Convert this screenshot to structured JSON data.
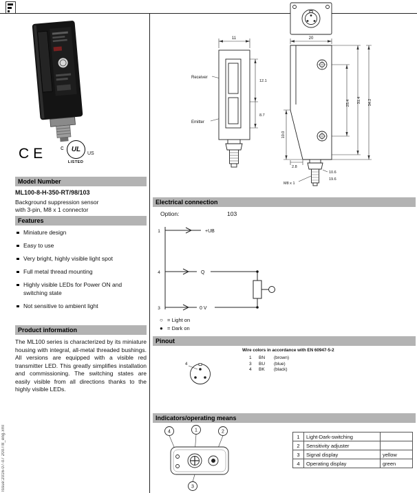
{
  "page": {
    "footer_note": "Issue:2016-07-07    2007/8_eng.xml"
  },
  "branding": {
    "ce": "CE",
    "ul": {
      "c": "c",
      "mark": "UL",
      "us": "US",
      "listed": "LISTED"
    }
  },
  "model": {
    "header": "Model Number",
    "number": "ML100-8-H-350-RT/98/103",
    "description_line1": "Background suppression sensor",
    "description_line2": "with 3-pin, M8 x 1 connector"
  },
  "features": {
    "header": "Features",
    "items": [
      "Miniature design",
      "Easy to use",
      "Very bright, highly visible light spot",
      "Full metal thread mounting",
      "Highly visible LEDs for Power ON and switching state",
      "Not sensitive to ambient light"
    ]
  },
  "product_info": {
    "header": "Product information",
    "body": "The ML100 series is characterized by its miniature housing with integral, all-metal threaded bushings. All versions are equipped with a visible red transmitter LED. This greatly simplifies installation and commissioning. The switching states are easily visible from all directions thanks to the highly visible LEDs."
  },
  "dimension_drawing": {
    "receiver_label": "Receiver",
    "emitter_label": "Emitter",
    "front": {
      "width": "11",
      "dim1": "12.1",
      "dim2": "8.7"
    },
    "side": {
      "width": "20",
      "dim1": "25.4",
      "dim2": "31.4",
      "dim3": "34.2",
      "dim4": "10.0",
      "dim5": "2.8",
      "dim6": "10.6",
      "dim7": "19.6",
      "thread": "M8 x 1"
    }
  },
  "electrical": {
    "header": "Electrical connection",
    "option_label": "Option:",
    "option_value": "103",
    "pins": [
      {
        "num": "1",
        "label": "+UB"
      },
      {
        "num": "4",
        "label": "Q"
      },
      {
        "num": "3",
        "label": "0 V"
      }
    ],
    "legend": [
      {
        "symbol": "○",
        "text": "= Light on"
      },
      {
        "symbol": "●",
        "text": "= Dark on"
      }
    ]
  },
  "pinout": {
    "header": "Pinout",
    "connector_label": "4",
    "note": "Wire colors in accordance with EN 60947-5-2",
    "wires": [
      {
        "pin": "1",
        "code": "BN",
        "color": "(brown)"
      },
      {
        "pin": "3",
        "code": "BU",
        "color": "(blue)"
      },
      {
        "pin": "4",
        "code": "BK",
        "color": "(black)"
      }
    ]
  },
  "indicators": {
    "header": "Indicators/operating means",
    "callouts": [
      "1",
      "2",
      "3",
      "4"
    ],
    "table": [
      {
        "num": "1",
        "label": "Light-Dark-switching",
        "value": ""
      },
      {
        "num": "2",
        "label": "Sensitivity adjuster",
        "value": ""
      },
      {
        "num": "3",
        "label": "Signal display",
        "value": "yellow"
      },
      {
        "num": "4",
        "label": "Operating display",
        "value": "green"
      }
    ]
  }
}
